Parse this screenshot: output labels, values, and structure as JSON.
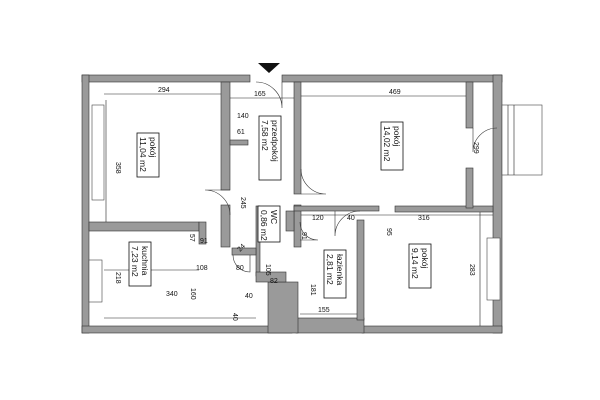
{
  "rooms": [
    {
      "name": "pokój",
      "area": "11,04 m2"
    },
    {
      "name": "przedpokój",
      "area": "7,58 m2"
    },
    {
      "name": "pokój",
      "area": "14,02 m2"
    },
    {
      "name": "WC",
      "area": "0,86 m2"
    },
    {
      "name": "kuchnia",
      "area": "7,23 m2"
    },
    {
      "name": "łazienka",
      "area": "2,81 m2"
    },
    {
      "name": "pokój",
      "area": "9,14 m2"
    }
  ],
  "dimensions": [
    "294",
    "165",
    "469",
    "358",
    "140",
    "61",
    "299",
    "245",
    "120",
    "40",
    "316",
    "95",
    "57",
    "91",
    "91",
    "218",
    "108",
    "80",
    "24",
    "105",
    "82",
    "283",
    "181",
    "340",
    "160",
    "40",
    "155",
    "40"
  ]
}
